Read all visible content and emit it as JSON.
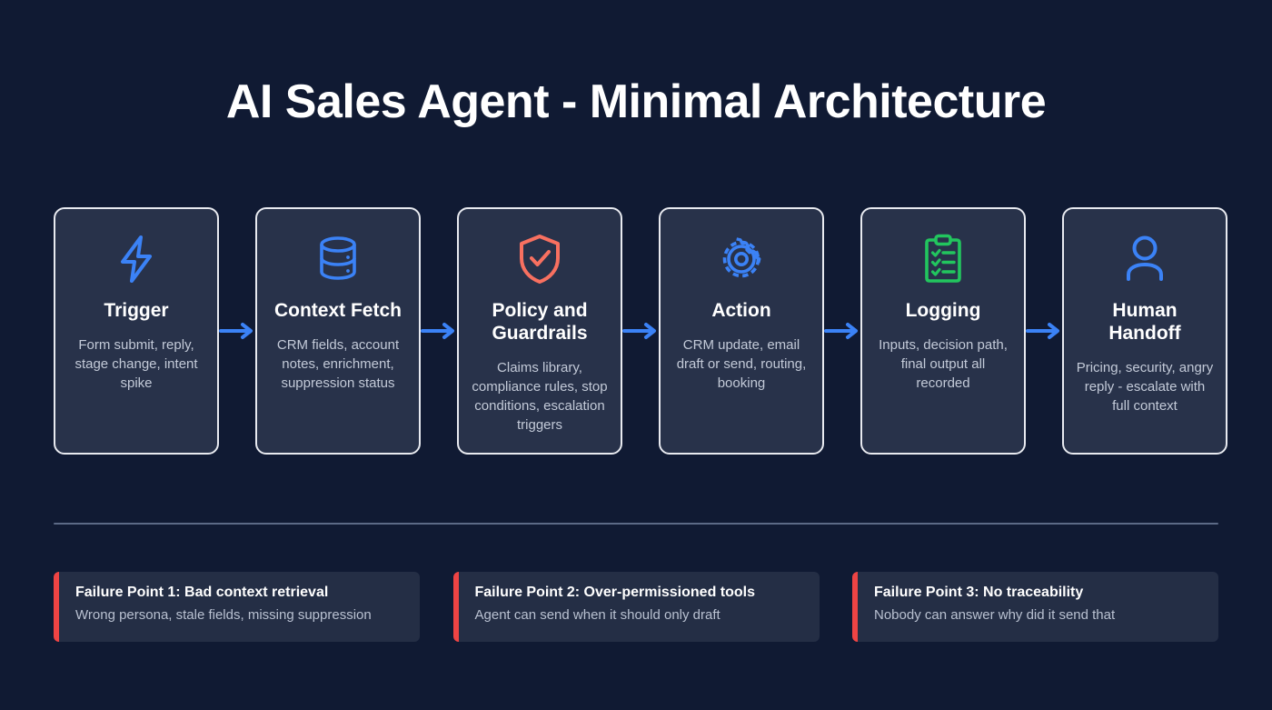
{
  "header": {
    "title": "AI Sales Agent - Minimal Architecture"
  },
  "colors": {
    "background": "#101a33",
    "card_fill": "#28324a",
    "card_border": "#e8eaf0",
    "accent_blue": "#3b82f6",
    "accent_coral": "#f87060",
    "accent_green": "#22c55e",
    "accent_red": "#ef4444",
    "divider": "#5c6a86",
    "title_text": "#ffffff",
    "body_text": "#c3cad8"
  },
  "pipeline": {
    "connector_icon": "arrow-right-icon",
    "steps": [
      {
        "id": "trigger",
        "icon": "lightning-bolt-icon",
        "icon_color": "#3b82f6",
        "title": "Trigger",
        "description": "Form submit, reply, stage change, intent spike"
      },
      {
        "id": "context-fetch",
        "icon": "database-icon",
        "icon_color": "#3b82f6",
        "title": "Context Fetch",
        "description": "CRM fields, account notes, enrichment, suppression status"
      },
      {
        "id": "policy-and-guardrails",
        "icon": "shield-check-icon",
        "icon_color": "#f87060",
        "title": "Policy and Guardrails",
        "description": "Claims library, compliance rules, stop conditions, escalation triggers"
      },
      {
        "id": "action",
        "icon": "gear-icon",
        "icon_color": "#3b82f6",
        "title": "Action",
        "description": "CRM update, email draft or send, routing, booking"
      },
      {
        "id": "logging",
        "icon": "clipboard-checklist-icon",
        "icon_color": "#22c55e",
        "title": "Logging",
        "description": "Inputs, decision path, final output all recorded"
      },
      {
        "id": "human-handoff",
        "icon": "user-icon",
        "icon_color": "#3b82f6",
        "title": "Human Handoff",
        "description": "Pricing, security, angry reply - escalate with full context"
      }
    ]
  },
  "failure_points": [
    {
      "id": "failure-point-1",
      "title": "Failure Point 1: Bad context retrieval",
      "description": "Wrong persona, stale fields, missing suppression"
    },
    {
      "id": "failure-point-2",
      "title": "Failure Point 2: Over-permissioned tools",
      "description": "Agent can send when it should only draft"
    },
    {
      "id": "failure-point-3",
      "title": "Failure Point 3: No traceability",
      "description": "Nobody can answer why did it send that"
    }
  ]
}
